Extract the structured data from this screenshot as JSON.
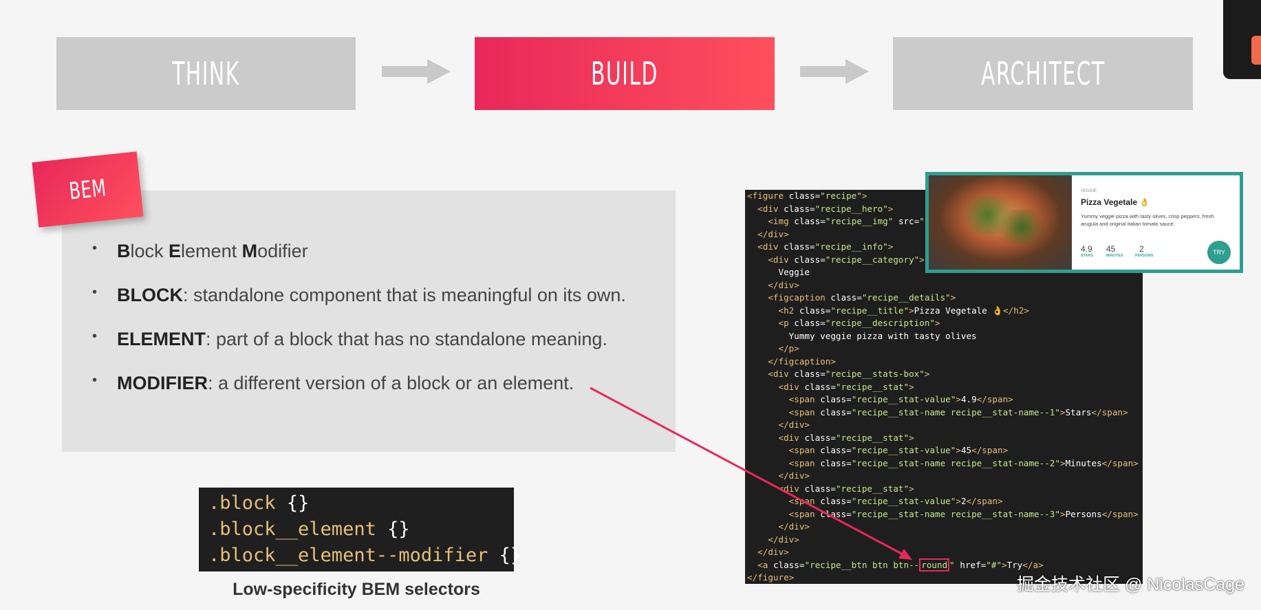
{
  "steps": {
    "think": "THINK",
    "build": "BUILD",
    "architect": "ARCHITECT"
  },
  "bem": {
    "tag": "BEM",
    "bullets": [
      {
        "term": "",
        "text": ""
      },
      {
        "term": "BLOCK",
        "text": ": standalone component that is meaningful on its own."
      },
      {
        "term": "ELEMENT",
        "text": ": part of a block that has no standalone meaning."
      },
      {
        "term": "MODIFIER",
        "text": ": a different version of a block or an element."
      }
    ],
    "first_bullet": {
      "b1": "B",
      "r1": "lock ",
      "b2": "E",
      "r2": "lement ",
      "b3": "M",
      "r3": "odifier"
    }
  },
  "selectors": {
    "lines": [
      {
        "sel": ".block",
        "brace": "{}"
      },
      {
        "sel": ".block__element",
        "brace": "{}"
      },
      {
        "sel": ".block__element--modifier",
        "brace": "{}"
      }
    ],
    "caption": "Low-specificity BEM selectors"
  },
  "code": {
    "round_word": "round"
  },
  "card": {
    "category": "VEGGIE",
    "title": "Pizza Vegetale 👌",
    "description": "Yummy veggie pizza with tasty olives, crisp peppers, fresh arugula and original italian tomato sauce.",
    "stats": [
      {
        "value": "4.9",
        "name": "STARS"
      },
      {
        "value": "45",
        "name": "MINUTES"
      },
      {
        "value": "2",
        "name": "PERSONS"
      }
    ],
    "button": "TRY"
  },
  "watermark": "掘金技术社区 @ NicolasCage",
  "colors": {
    "accent_red": "#e8285a",
    "accent_teal": "#2e9e8e",
    "code_tag": "#e5c07b",
    "code_value": "#c3e88d"
  }
}
